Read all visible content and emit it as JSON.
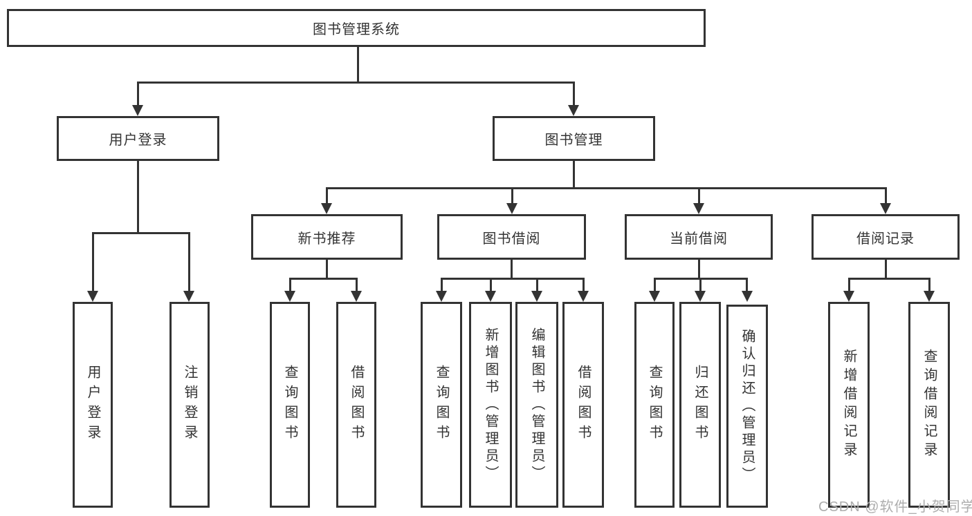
{
  "root": {
    "label": "图书管理系统"
  },
  "level2": [
    {
      "label": "用户登录"
    },
    {
      "label": "图书管理"
    }
  ],
  "level3": [
    {
      "label": "新书推荐"
    },
    {
      "label": "图书借阅"
    },
    {
      "label": "当前借阅"
    },
    {
      "label": "借阅记录"
    }
  ],
  "level4": [
    {
      "label": "用户登录"
    },
    {
      "label": "注销登录"
    },
    {
      "label": "查询图书"
    },
    {
      "label": "借阅图书"
    },
    {
      "label": "查询图书"
    },
    {
      "label": "新增图书（管理员）"
    },
    {
      "label": "编辑图书（管理员）"
    },
    {
      "label": "借阅图书"
    },
    {
      "label": "查询图书"
    },
    {
      "label": "归还图书"
    },
    {
      "label": "确认归还（管理员）"
    },
    {
      "label": "新增借阅记录"
    },
    {
      "label": "查询借阅记录"
    }
  ],
  "watermark": {
    "text": "CSDN @软件_小贺同学"
  },
  "colors": {
    "line": "#333333",
    "box_border": "#333333",
    "box_fill": "#ffffff",
    "text": "#333333",
    "watermark": "#adadad",
    "background": "#ffffff"
  }
}
